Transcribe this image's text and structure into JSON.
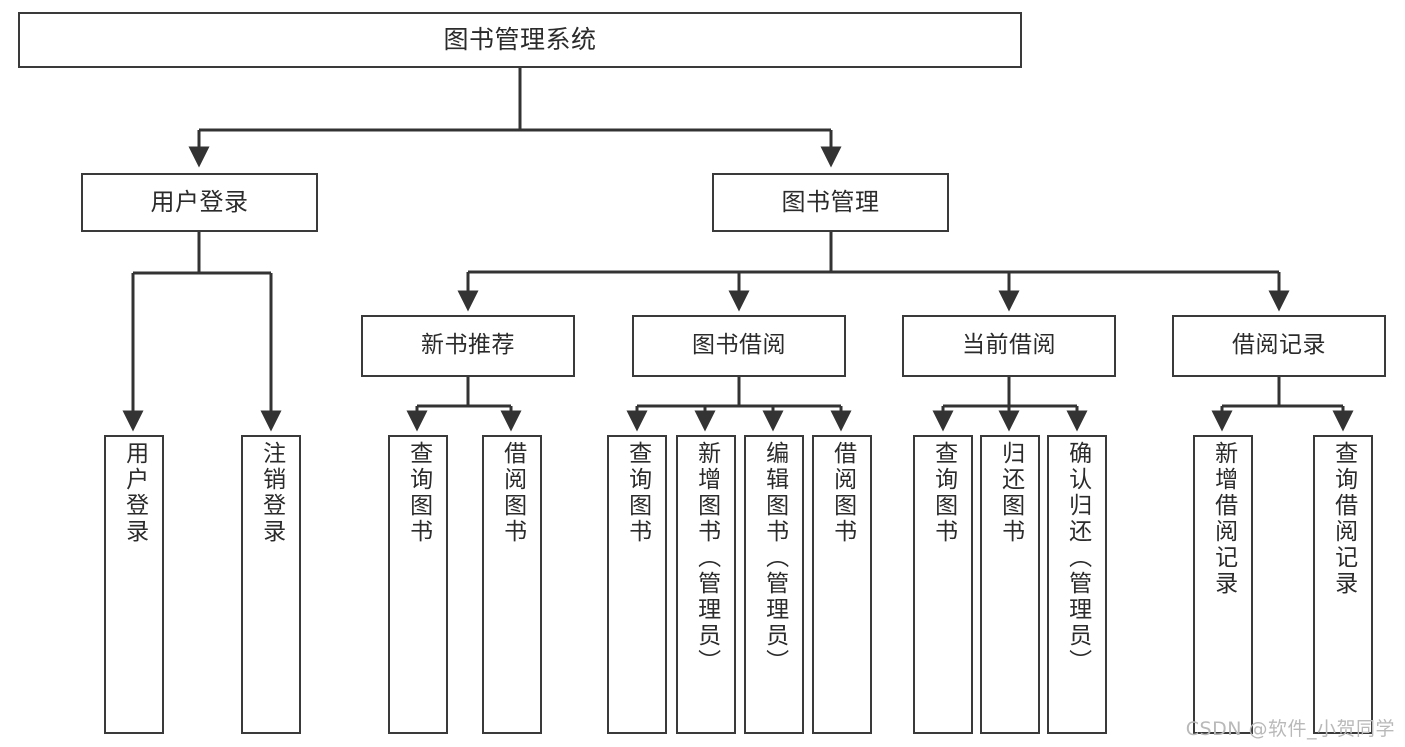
{
  "diagram": {
    "title": "图书管理系统",
    "type": "tree-hierarchy-diagram",
    "root": {
      "label": "图书管理系统"
    },
    "level2": [
      {
        "label": "用户登录"
      },
      {
        "label": "图书管理"
      }
    ],
    "level3": [
      {
        "label": "新书推荐"
      },
      {
        "label": "图书借阅"
      },
      {
        "label": "当前借阅"
      },
      {
        "label": "借阅记录"
      }
    ],
    "leaves": {
      "user_login": [
        {
          "label": "用户登录"
        },
        {
          "label": "注销登录"
        }
      ],
      "new_book_recommend": [
        {
          "label": "查询图书"
        },
        {
          "label": "借阅图书"
        }
      ],
      "book_borrow": [
        {
          "label": "查询图书"
        },
        {
          "label": "新增图书（管理员）"
        },
        {
          "label": "编辑图书（管理员）"
        },
        {
          "label": "借阅图书"
        }
      ],
      "current_borrow": [
        {
          "label": "查询图书"
        },
        {
          "label": "归还图书"
        },
        {
          "label": "确认归还（管理员）"
        }
      ],
      "borrow_record": [
        {
          "label": "新增借阅记录"
        },
        {
          "label": "查询借阅记录"
        }
      ]
    }
  },
  "watermark": {
    "text": "CSDN @软件_小贺同学"
  },
  "colors": {
    "box_border": "#3a3a3a",
    "box_fill": "#ffffff",
    "text": "#2b2b2b",
    "connector": "#333333",
    "watermark": "#b9b9b9",
    "background": "#ffffff"
  }
}
